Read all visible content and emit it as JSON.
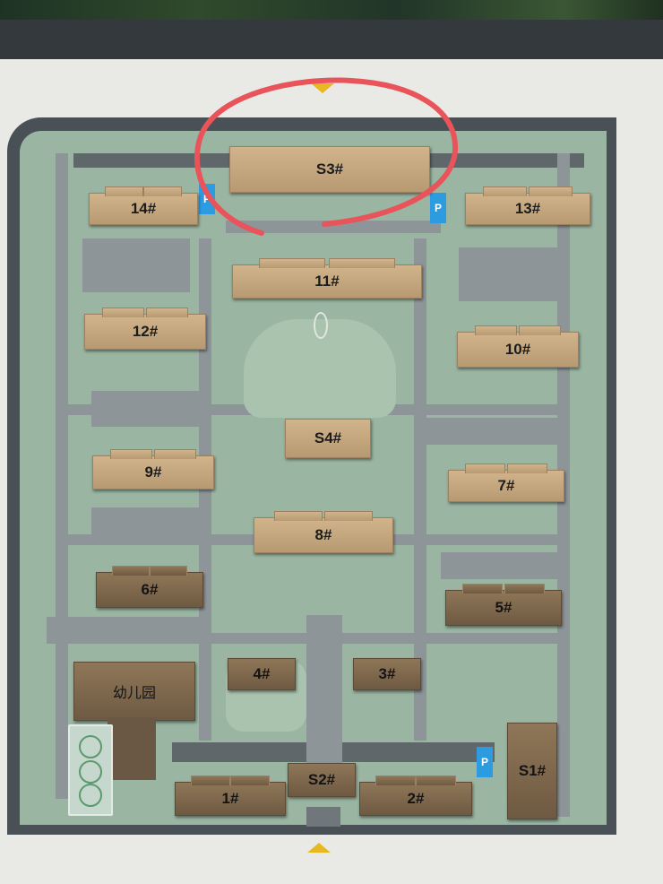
{
  "map": {
    "buildings": [
      {
        "id": "s3",
        "label": "S3#"
      },
      {
        "id": "14",
        "label": "14#"
      },
      {
        "id": "13",
        "label": "13#"
      },
      {
        "id": "11",
        "label": "11#"
      },
      {
        "id": "12",
        "label": "12#"
      },
      {
        "id": "10",
        "label": "10#"
      },
      {
        "id": "s4",
        "label": "S4#"
      },
      {
        "id": "9",
        "label": "9#"
      },
      {
        "id": "7",
        "label": "7#"
      },
      {
        "id": "8",
        "label": "8#"
      },
      {
        "id": "6",
        "label": "6#"
      },
      {
        "id": "5",
        "label": "5#"
      },
      {
        "id": "kindergarten",
        "label": "幼儿园"
      },
      {
        "id": "4",
        "label": "4#"
      },
      {
        "id": "3",
        "label": "3#"
      },
      {
        "id": "s1",
        "label": "S1#"
      },
      {
        "id": "s2",
        "label": "S2#"
      },
      {
        "id": "1",
        "label": "1#"
      },
      {
        "id": "2",
        "label": "2#"
      }
    ],
    "parking_label": "P",
    "colors": {
      "greenspace": "#9ab5a2",
      "roads": "#8d9599",
      "building_tan": "#c8a87e",
      "building_bronze": "#7d6850",
      "parking": "#2d9be0",
      "entrance_arrow": "#e8b822",
      "highlight_circle": "#e8545a"
    },
    "icons": [
      "entrance-arrow-icon",
      "parking-icon",
      "pond-icon"
    ]
  }
}
